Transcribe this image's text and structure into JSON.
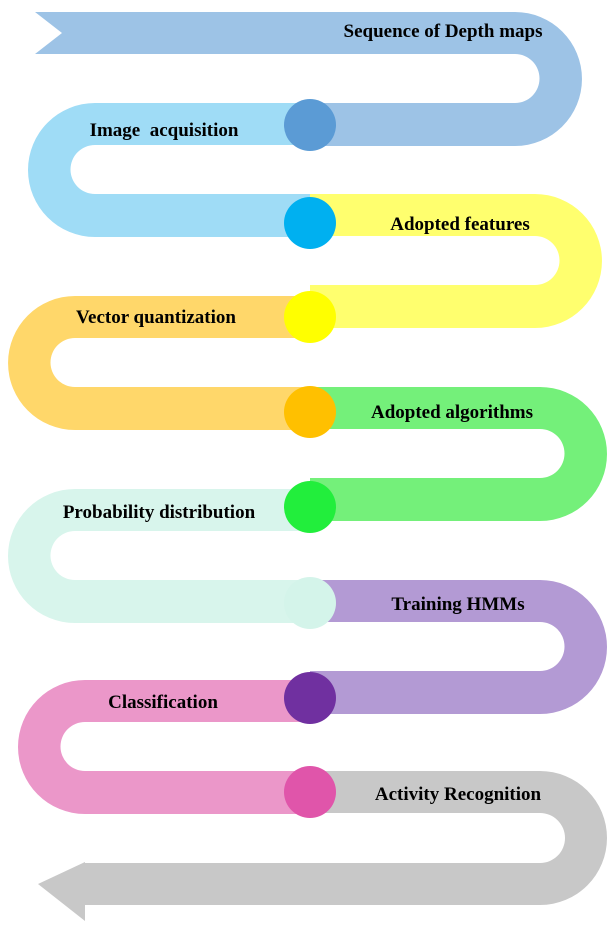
{
  "steps": [
    {
      "label": "Sequence of Depth maps",
      "band_color": "#9dc3e6",
      "node_color": null
    },
    {
      "label": "Image  acquisition",
      "band_color": "#9fdcf6",
      "node_color": "#5b9bd5"
    },
    {
      "label": "Adopted features",
      "band_color": "#ffff6e",
      "node_color": "#00b0f0"
    },
    {
      "label": "Vector quantization",
      "band_color": "#ffd76a",
      "node_color": "#ffff00"
    },
    {
      "label": "Adopted algorithms",
      "band_color": "#74f07a",
      "node_color": "#ffc000"
    },
    {
      "label": "Probability distribution",
      "band_color": "#d8f5ec",
      "node_color": "#22ee3c"
    },
    {
      "label": "Training HMMs",
      "band_color": "#b39ad4",
      "node_color": "#d4f4ea"
    },
    {
      "label": "Classification",
      "band_color": "#eb97c9",
      "node_color": "#7030a0"
    },
    {
      "label": "Activity Recognition",
      "band_color": "#c8c8c8",
      "node_color": "#e055aa"
    }
  ]
}
